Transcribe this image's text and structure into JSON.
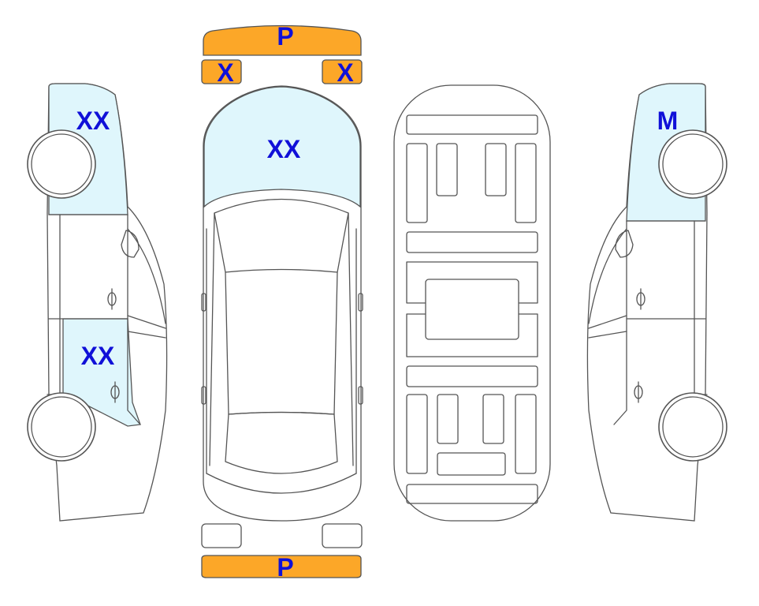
{
  "colors": {
    "damage_fill": "#dff6fc",
    "part_fill": "#fca728",
    "code_text": "#1010d8",
    "outline": "#555555"
  },
  "labels": {
    "front_bumper": "P",
    "rear_bumper": "P",
    "left_headlight": "X",
    "right_headlight": "X",
    "hood": "XX",
    "left_front_fender": "XX",
    "left_rear_door": "XX",
    "right_front_fender": "M"
  }
}
